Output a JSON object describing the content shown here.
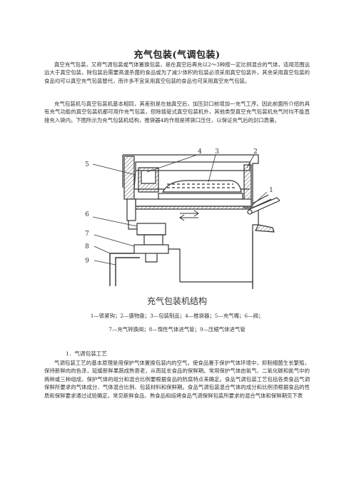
{
  "page": {
    "title": "充气包装(气调包装)",
    "paragraph1": "真空充气包装，又称气调包装或气体置换包装，是在真空后再充以2～3种按一定比例混合的气体，适用范围远远大于真空包装，除包装后需要高温杀菌的食品或为了减少体积的包装必须采用真空包装外，其余采用真空包装的食品均可以真空充气包装替代，而许多不宜采用真空包装的食品也可采用真空充气包装。",
    "paragraph2": "充气包装机与真空包装机基本相同，其差别是在抽真空后，加压封口前增加一充气工序。因此前面所介绍的具有充气功能的真空包装机都可用作充气包装，但除插管式真空包装机外，其他类型真空充气包装机充气时均不能直接充入袋内。下图所示为充气包装机结构，推袋器4的作用是将袋口压住，以保证充气后的封口质量。",
    "figure": {
      "callouts": [
        "1",
        "2",
        "3",
        "4",
        "5",
        "6",
        "7",
        "8",
        "9"
      ],
      "caption_title": "充气包装机结构",
      "caption_line1": "1—锁紧钩；2—盛物盘；3—包装制品；4—推袋器；5—充气嘴；6—阀；",
      "caption_line2": "7—充气转换阀；8—惰性气体进气管；9—压缩气体进气管"
    },
    "section_heading": "1．气调包装工艺",
    "paragraph3": "气调包装工艺的基本原理是用保护气体置换包装内的空气。使食品置于保护气体环境中，抑制细菌生长繁殖，保持新鲜肉的色泽，延缓新鲜果蔬成熟衰老，从而延长食品的保鲜期。常用保护气体由氧气、二氧化碳和氮气中的两种或三种组成，保护气体的组分和混合比例要根据食品的防腐特点来确定。食品气调包装工艺包括各类食品气调保鲜所要求的气体成分、气体混合比例、包装材料和保鲜期。食品气调包装混合气体的成分和比例须根据食品的性质和保鲜要求通过试验确定。常见新鲜食品、熟食品和焙烤食品气调保鲜包装所要求的混合气体和保鲜期见下表"
  }
}
